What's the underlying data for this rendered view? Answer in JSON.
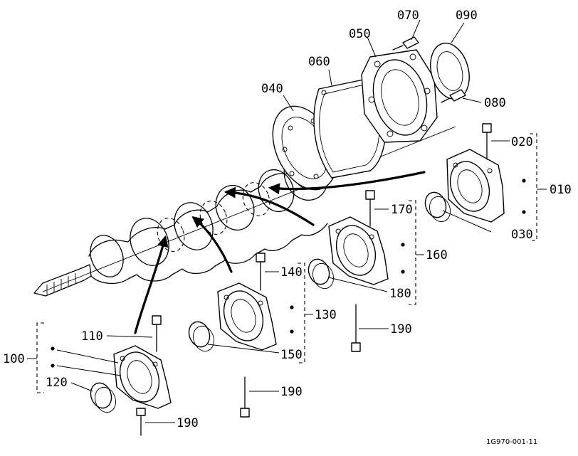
{
  "figure_id": "1G970-001-11",
  "parts": {
    "p010": "010",
    "p020": "020",
    "p030": "030",
    "p040": "040",
    "p050": "050",
    "p060": "060",
    "p070": "070",
    "p080": "080",
    "p090": "090",
    "p100": "100",
    "p110": "110",
    "p120": "120",
    "p130": "130",
    "p140": "140",
    "p150": "150",
    "p160": "160",
    "p170": "170",
    "p180": "180",
    "p190a": "190",
    "p190b": "190",
    "p190c": "190"
  }
}
